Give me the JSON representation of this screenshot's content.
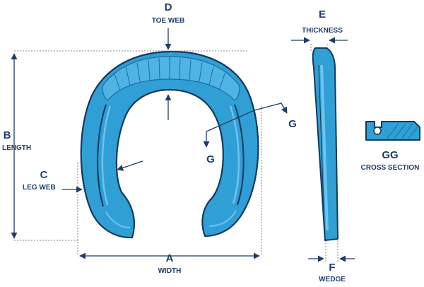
{
  "colors": {
    "label": "#1f3c6b",
    "shoe_fill": "#2f9fd6",
    "shoe_light": "#6fc4ec",
    "shoe_dark": "#1b6fa0",
    "outline": "#123a5c",
    "dimension_line": "#888888"
  },
  "labels": {
    "toe_web": {
      "letter": "D",
      "text": "TOE WEB"
    },
    "length": {
      "letter": "B",
      "text": "LENGTH"
    },
    "leg_web": {
      "letter": "C",
      "text": "LEG WEB"
    },
    "width": {
      "letter": "A",
      "text": "WIDTH"
    },
    "thickness": {
      "letter": "E",
      "text": "THICKNESS"
    },
    "wedge": {
      "letter": "F",
      "text": "WEDGE"
    },
    "cut_top": {
      "letter": "G"
    },
    "cut_bottom": {
      "letter": "G"
    },
    "cross_section": {
      "letter": "GG",
      "text": "CROSS SECTION"
    }
  }
}
